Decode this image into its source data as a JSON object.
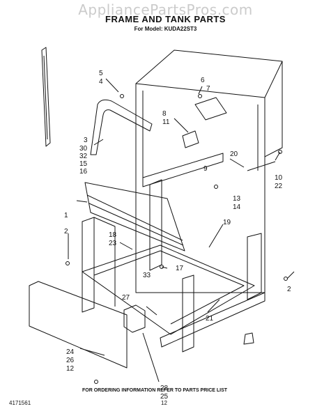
{
  "watermark": "AppliancePartsPros.com",
  "title": "FRAME AND TANK PARTS",
  "model_line": "For Model: KUDA22ST3",
  "footer_text": "FOR ORDERING INFORMATION REFER TO PARTS PRICE LIST",
  "doc_number": "4171561",
  "page_number": "12",
  "callouts": [
    "5",
    "4",
    "6",
    "7",
    "8",
    "11",
    "3",
    "30",
    "32",
    "15",
    "16",
    "20",
    "9",
    "10",
    "22",
    "13",
    "14",
    "1",
    "2",
    "18",
    "23",
    "19",
    "17",
    "33",
    "2",
    "27",
    "21",
    "24",
    "26",
    "12",
    "28",
    "25"
  ]
}
